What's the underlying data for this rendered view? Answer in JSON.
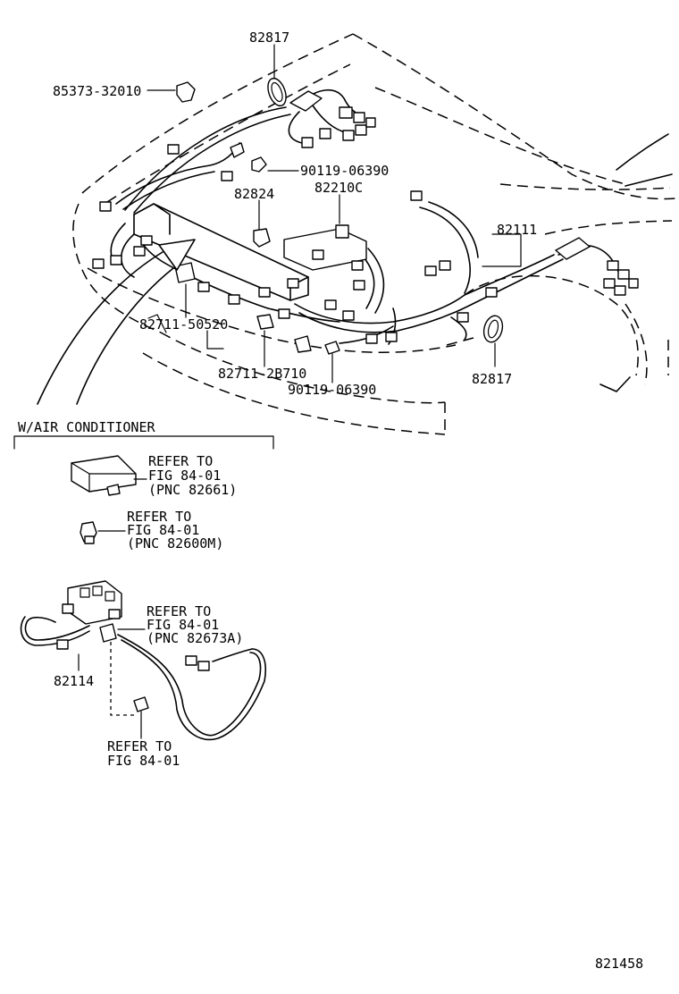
{
  "diagram_id": "821458",
  "labels": {
    "p82817_top": "82817",
    "p85373": "85373-32010",
    "p90119_a": "90119-06390",
    "p82824": "82824",
    "p82210c": "82210C",
    "p82111": "82111",
    "p82711_50520": "82711-50520",
    "p82711_2b710": "82711-2B710",
    "p90119_b": "90119-06390",
    "p82817_right": "82817"
  },
  "inset": {
    "title": "W/AIR CONDITIONER",
    "ref1": {
      "line1": "REFER TO",
      "line2": "FIG 84-01",
      "line3": "(PNC 82661)"
    },
    "ref2": {
      "line1": "REFER TO",
      "line2": "FIG 84-01",
      "line3": "(PNC 82600M)"
    },
    "ref3": {
      "line1": "REFER TO",
      "line2": "FIG 84-01",
      "line3": "(PNC 82673A)"
    },
    "part_82114": "82114",
    "ref4": {
      "line1": "REFER TO",
      "line2": "FIG 84-01"
    }
  }
}
